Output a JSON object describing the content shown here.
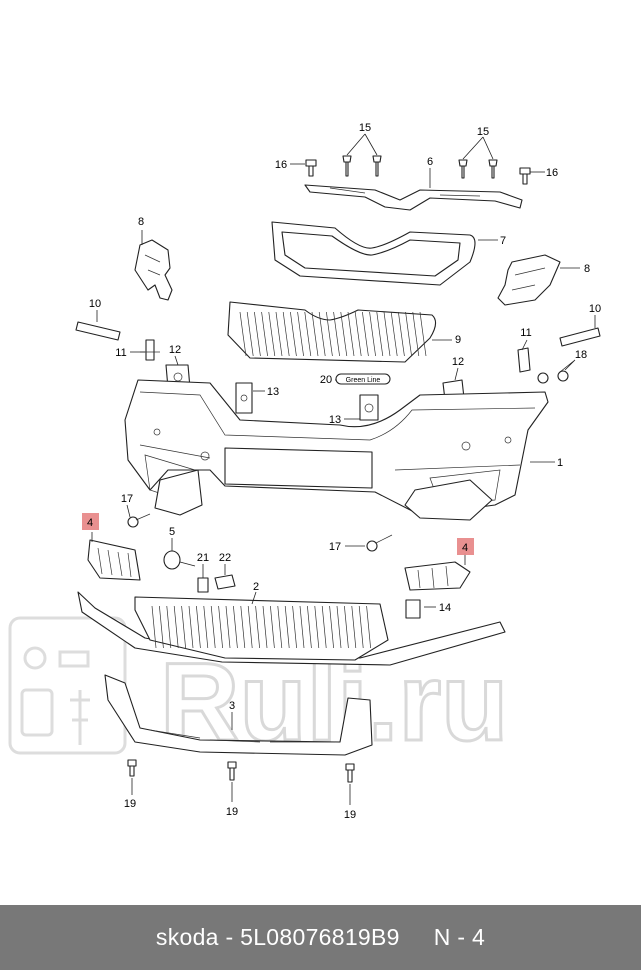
{
  "labels": {
    "l1": "1",
    "l2": "2",
    "l3": "3",
    "l4a": "4",
    "l4b": "4",
    "l5": "5",
    "l6": "6",
    "l7": "7",
    "l8a": "8",
    "l8b": "8",
    "l9": "9",
    "l10a": "10",
    "l10b": "10",
    "l11a": "11",
    "l11b": "11",
    "l12a": "12",
    "l12b": "12",
    "l13a": "13",
    "l13b": "13",
    "l14": "14",
    "l15a": "15",
    "l15b": "15",
    "l16a": "16",
    "l16b": "16",
    "l17a": "17",
    "l17b": "17",
    "l18": "18",
    "l19a": "19",
    "l19b": "19",
    "l19c": "19",
    "l20": "20",
    "l21": "21",
    "l22": "22"
  },
  "badge_text": "Green Line",
  "highlight_color": "#e88a8a",
  "watermark": "Ruli.ru",
  "footer": {
    "brand": "skoda",
    "separator": " - ",
    "part_number": "5L08076819B9",
    "position": "N - 4"
  }
}
